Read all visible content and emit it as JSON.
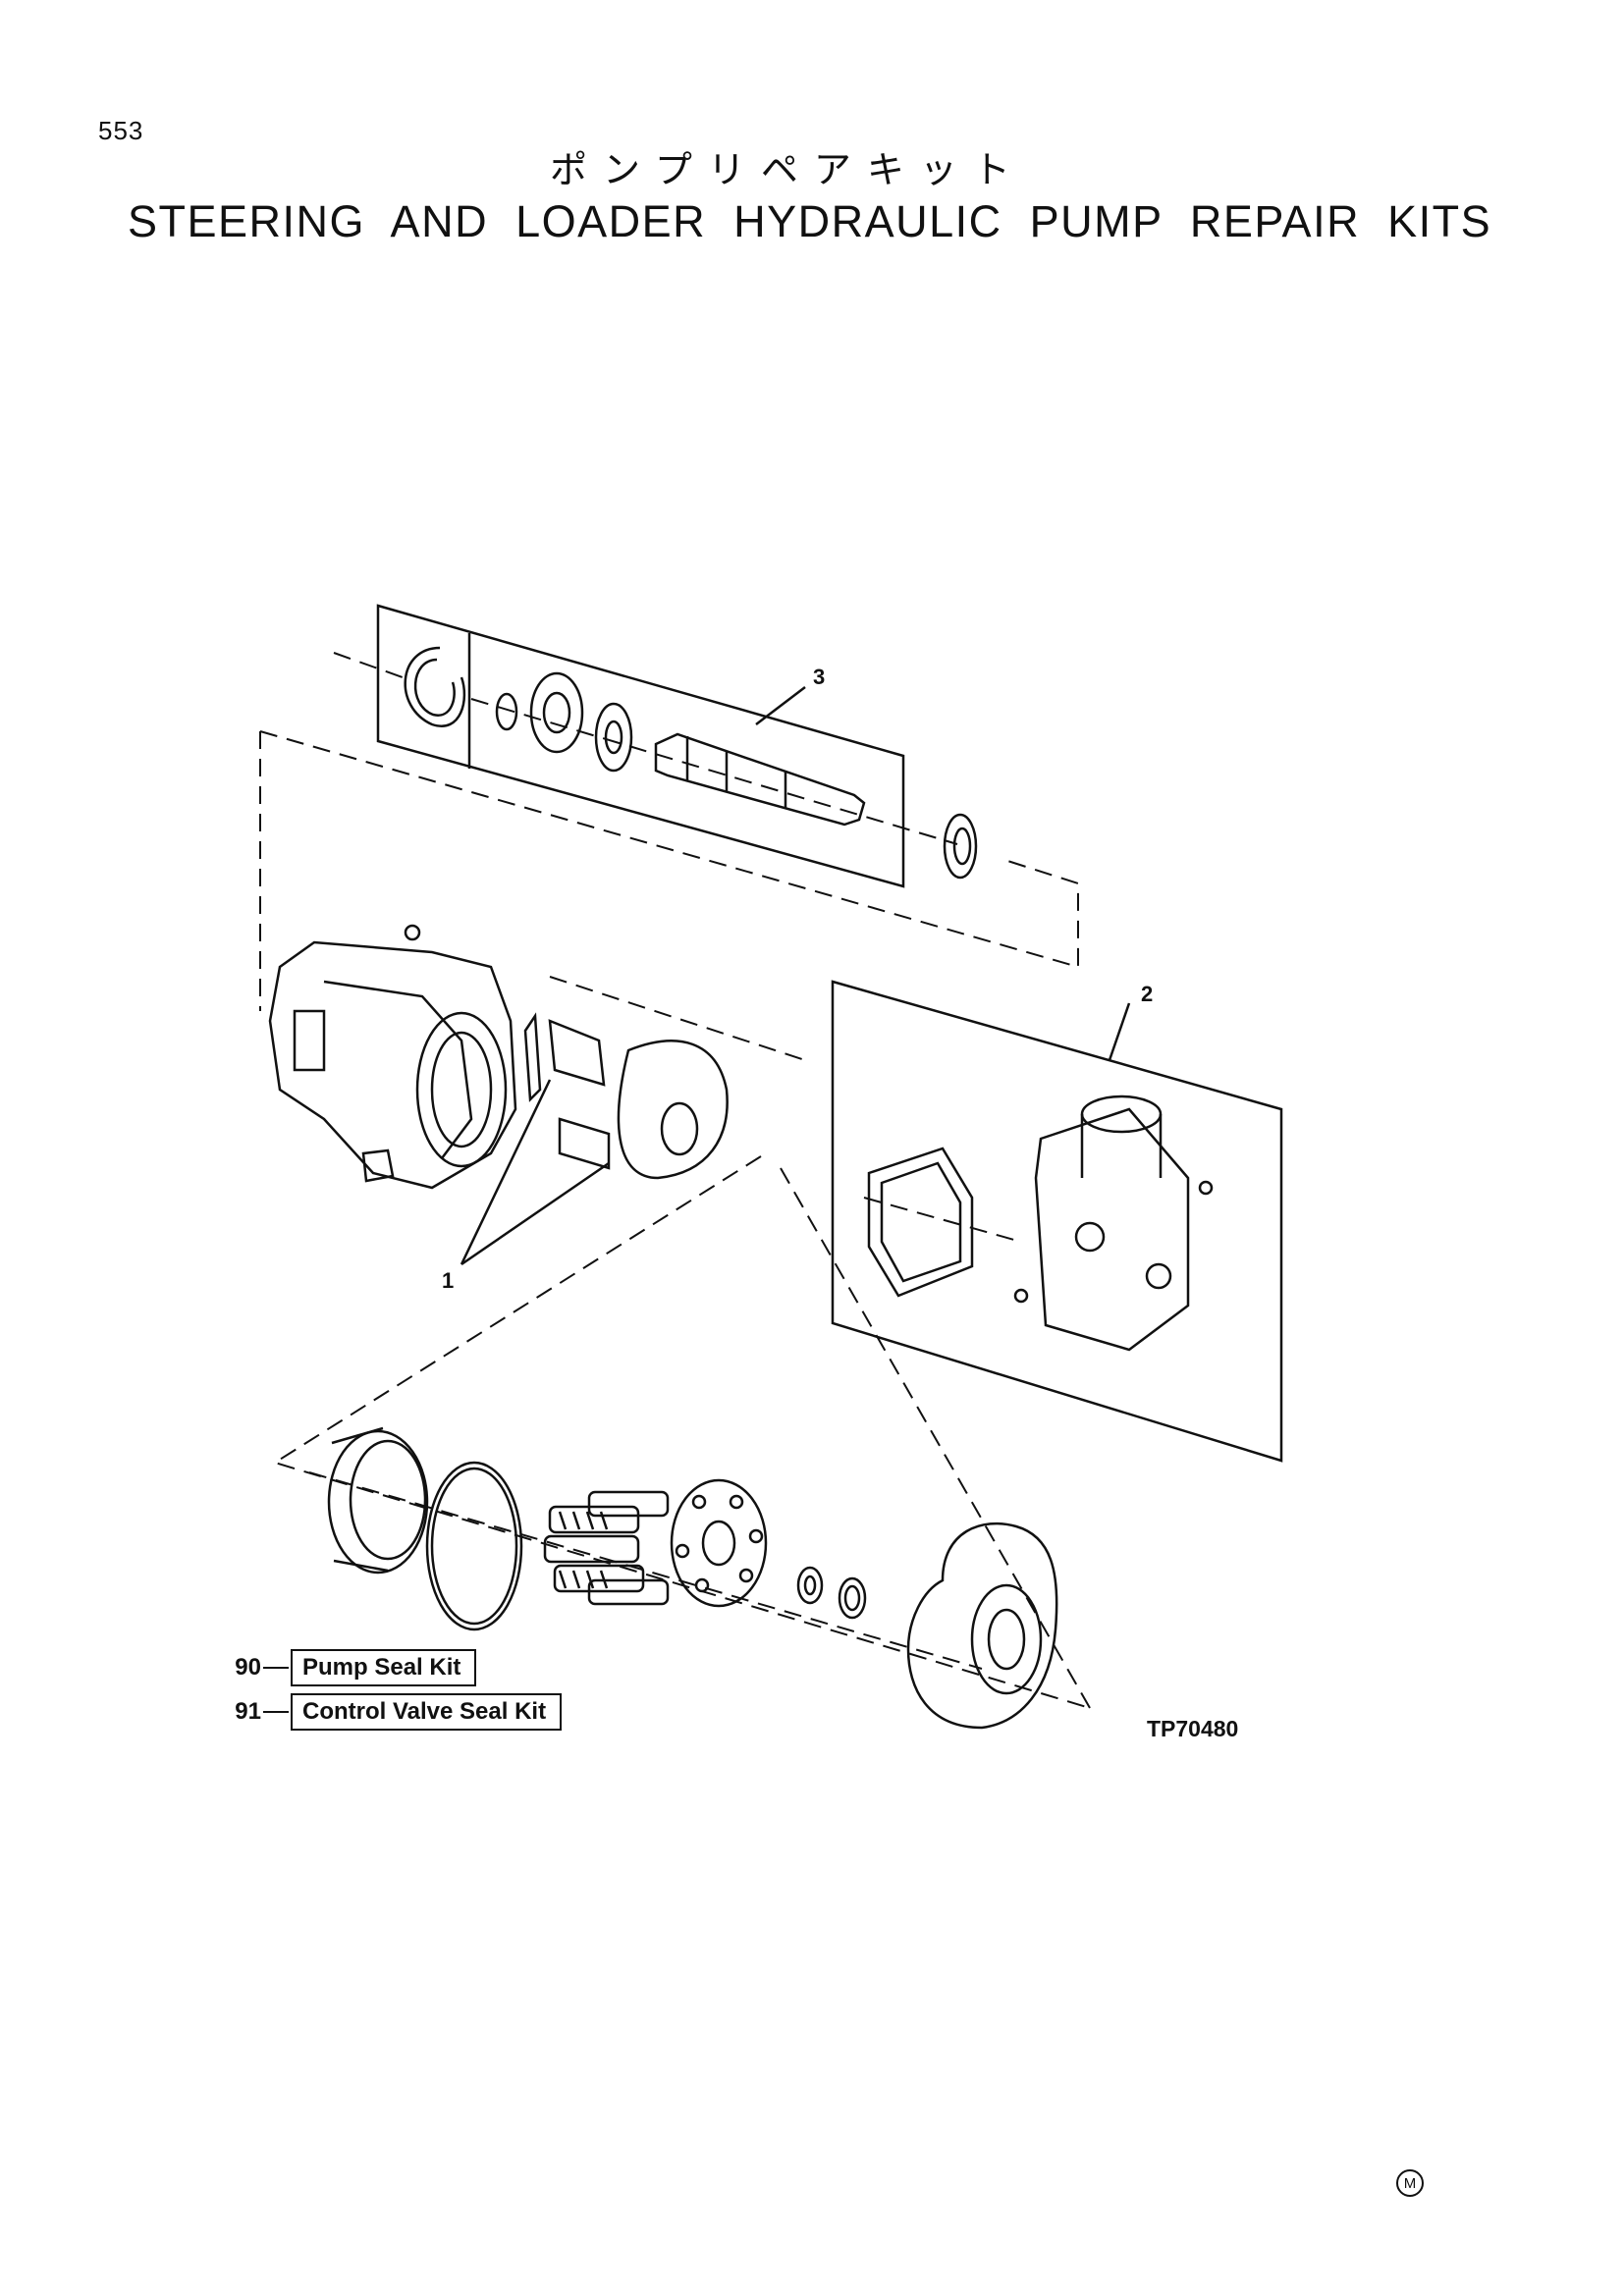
{
  "page": {
    "number": "553",
    "title_jp": "ポンプリペアキット",
    "title_en": "STEERING AND LOADER HYDRAULIC PUMP REPAIR KITS"
  },
  "diagram": {
    "callouts": [
      "1",
      "2",
      "3"
    ],
    "kits": [
      {
        "number": "90",
        "label": "Pump Seal Kit"
      },
      {
        "number": "91",
        "label": "Control Valve Seal Kit"
      }
    ],
    "figure_number": "TP70480",
    "manufacturer_mark": "M"
  }
}
